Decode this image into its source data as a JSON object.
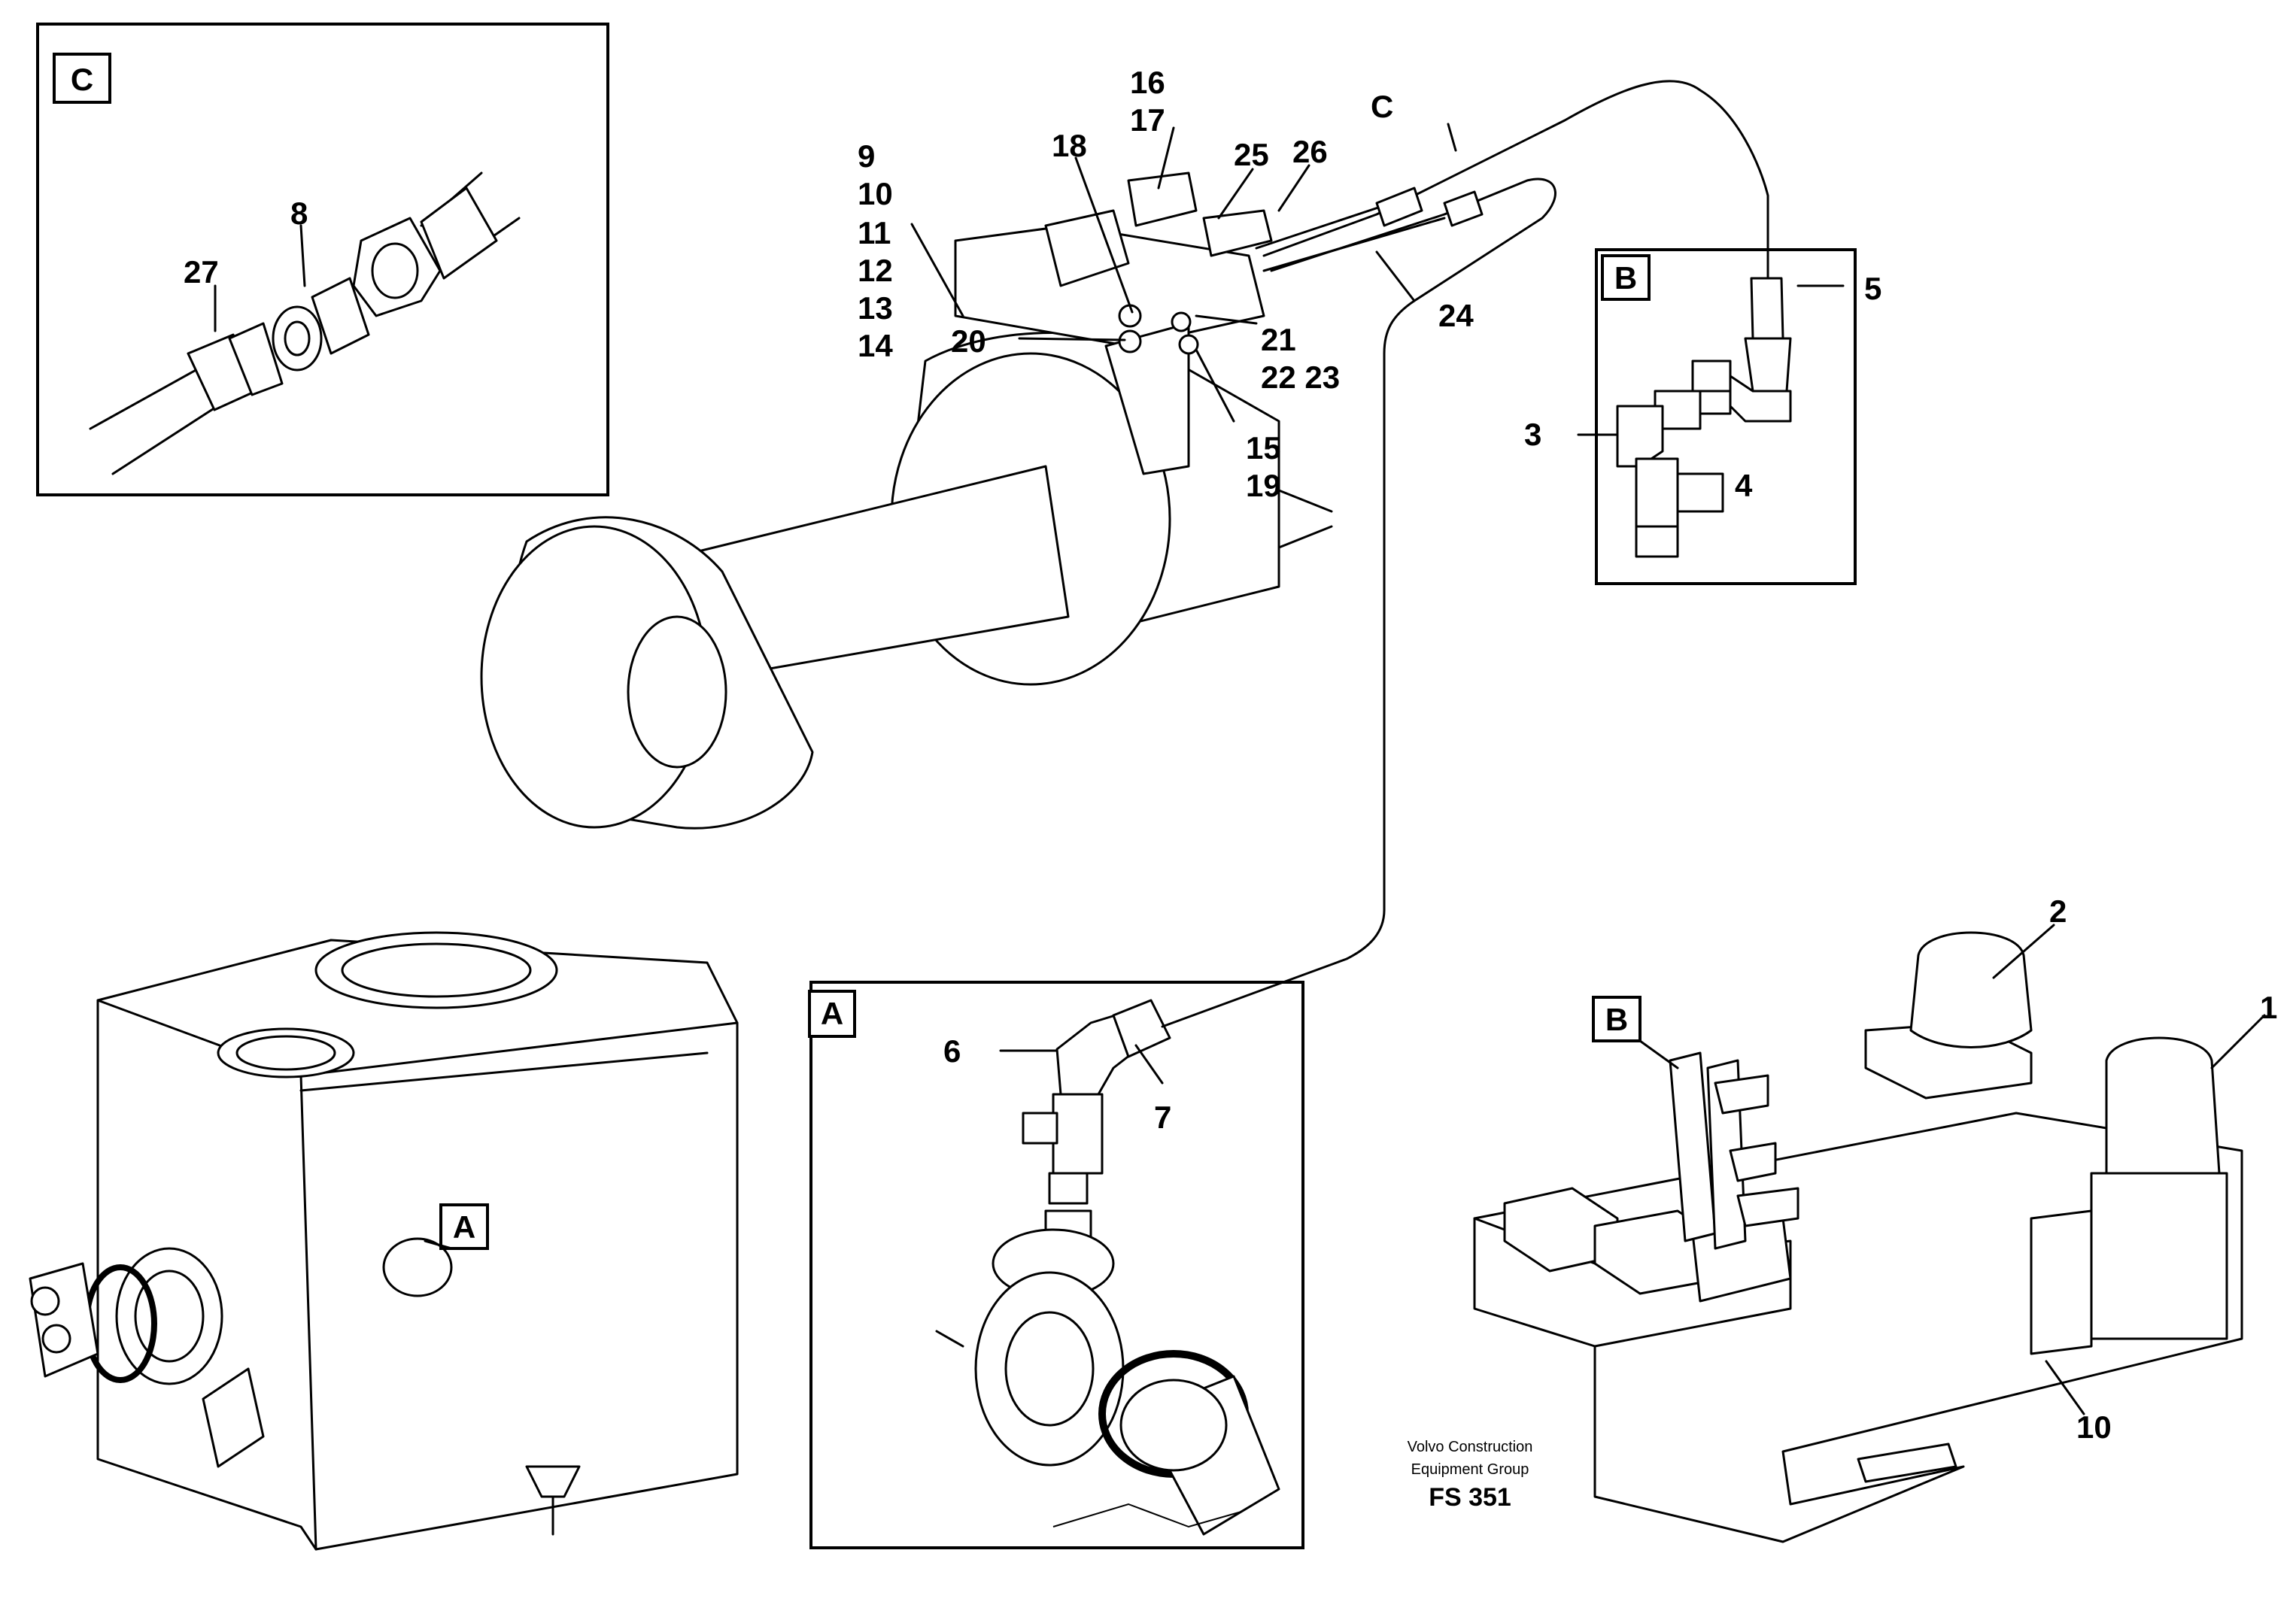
{
  "callouts": {
    "n1": "1",
    "n2": "2",
    "n3": "3",
    "n4": "4",
    "n5": "5",
    "n6": "6",
    "n7": "7",
    "n8": "8",
    "n9": "9",
    "n10a": "10",
    "n10b": "10",
    "n11": "11",
    "n12": "12",
    "n13": "13",
    "n14": "14",
    "n15": "15",
    "n16": "16",
    "n17": "17",
    "n18": "18",
    "n19": "19",
    "n20": "20",
    "n21": "21",
    "n22_23": "22 23",
    "n24": "24",
    "n25": "25",
    "n26": "26",
    "n27": "27",
    "c_top": "C"
  },
  "detail_boxes": {
    "A": "A",
    "B": "B",
    "C": "C"
  },
  "markers": {
    "A_tank": "A",
    "B_block": "B"
  },
  "credit": {
    "line1": "Volvo Construction",
    "line2": "Equipment Group",
    "code": "FS 351"
  }
}
